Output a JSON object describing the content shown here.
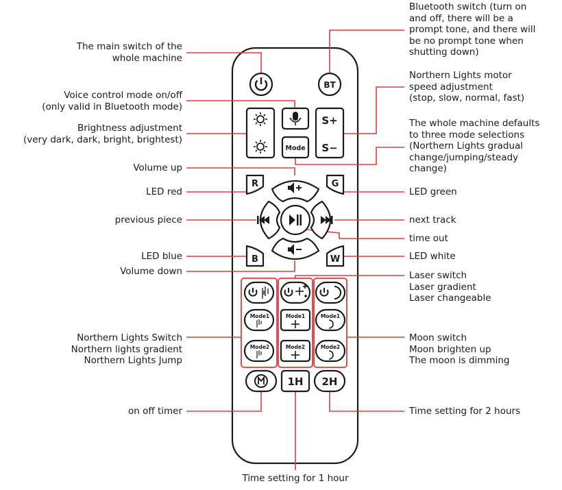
{
  "labels": {
    "main_switch": "The main switch of the\nwhole machine",
    "voice_control": "Voice control mode on/off\n(only valid in Bluetooth mode)",
    "brightness": "Brightness adjustment\n(very dark, dark, bright, brightest)",
    "volume_up": "Volume up",
    "led_red": "LED red",
    "previous_piece": "previous piece",
    "led_blue": "LED blue",
    "volume_down": "Volume down",
    "northern_lights": "Northern Lights Switch\nNorthern lights gradient\nNorthern Lights Jump",
    "on_off_timer": "on off timer",
    "time_1h": "Time setting for 1 hour",
    "bluetooth_switch": "Bluetooth switch (turn on\nand off, there will be a\nprompt tone, and there will\nbe no prompt tone when\nshutting down)",
    "motor_speed": "Northern Lights motor\nspeed adjustment\n(stop, slow, normal, fast)",
    "mode_selection": "The whole machine defaults\nto three mode selections\n(Northern Lights gradual\nchange/jumping/steady\nchange)",
    "led_green": "LED green",
    "next_track": "next track",
    "time_out": "time out",
    "led_white": "LED white",
    "laser": "Laser switch\nLaser gradient\nLaser changeable",
    "moon": "Moon switch\nMoon brighten up\nThe moon is dimming",
    "time_2h": "Time setting for 2 hours"
  },
  "buttons": {
    "bt": "BT",
    "s_plus": "S+",
    "s_minus": "S−",
    "mode": "Mode",
    "r": "R",
    "g": "G",
    "b": "B",
    "w": "W",
    "mode1": "Mode1",
    "mode2": "Mode2",
    "h1": "1H",
    "h2": "2H"
  },
  "colors": {
    "callout_line": "#e03a3a",
    "outline": "#1a1a1a"
  },
  "icons": [
    "power-icon",
    "microphone-icon",
    "brightness-icon",
    "volume-up-icon",
    "volume-down-icon",
    "previous-track-icon",
    "play-pause-icon",
    "next-track-icon",
    "aurora-icon",
    "laser-icon",
    "moon-icon",
    "timer-icon"
  ]
}
